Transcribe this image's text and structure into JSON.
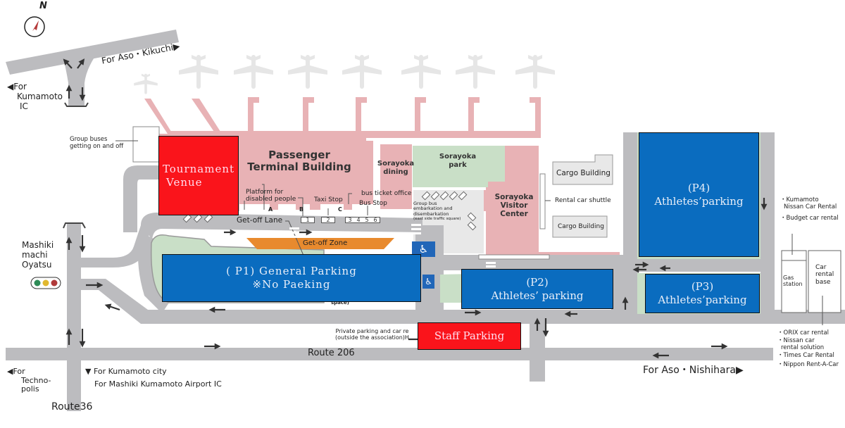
{
  "compass": {
    "north_label": "N"
  },
  "directions": {
    "kumamoto_ic": [
      "◀For",
      "Kumamoto",
      "IC"
    ],
    "aso_kikuchi": "For Aso・Kikuchi▶",
    "technopolis": [
      "◀For",
      "Techno-",
      "polis"
    ],
    "kumamoto_city": "▼ For Kumamoto city",
    "mashiki_airport_ic": "For Mashiki Kumamoto Airport IC",
    "aso_nishihara": "For Aso・Nishihara▶"
  },
  "roads": {
    "route206": "Route 206",
    "route36": "Route36"
  },
  "intersection": {
    "name": [
      "Mashiki",
      "machi",
      "Oyatsu"
    ],
    "traffic_light_colors": [
      "#2e8b57",
      "#e1b82f",
      "#b03a3a"
    ]
  },
  "terminal": {
    "name": [
      "Passenger",
      "Terminal Building"
    ],
    "group_buses": [
      "Group buses",
      "getting on and off"
    ],
    "platform_disabled": [
      "Platform for",
      "disabled people"
    ],
    "taxi_stop": "Taxi Stop",
    "bus_ticket_office": "bus ticket office",
    "bus_stop": "Bus Stop",
    "gate_labels": [
      "A",
      "B",
      "C"
    ],
    "stop_numbers": {
      "taxi1": "1",
      "taxi2": "2",
      "bus": [
        "3",
        "4",
        "5",
        "6"
      ]
    },
    "get_off_lane": "Get-off Lane",
    "get_off_zone": "Get-off Zone"
  },
  "facilities": {
    "sorayoka_dining": [
      "Sorayoka",
      "dining"
    ],
    "sorayoka_park": [
      "Sorayoka",
      "park"
    ],
    "sorayoka_visitor_center": [
      "Sorayoka",
      "Visitor",
      "Center"
    ],
    "cargo_building_1": "Cargo Building",
    "cargo_building_2": "Cargo Building",
    "rental_car_shuttle": "Rental car shuttle",
    "group_bus_area": [
      "Group bus",
      "embarkation and",
      "disembarkation",
      "(east side traffic square)"
    ],
    "gas_station": [
      "Gas",
      "station"
    ],
    "car_rental_base": [
      "Car",
      "rental",
      "base"
    ],
    "private_parking": [
      "Private parking and car re",
      "(outside the association)H"
    ],
    "space_fragment": "space)"
  },
  "rentals_top": [
    "・Kumamoto",
    "Nissan Car Rental",
    "・Budget car rental"
  ],
  "rentals_bottom": [
    "・ORIX car rental",
    "・Nissan car",
    "rental solution",
    "・Times Car Rental",
    "・Nippon Rent-A-Car"
  ],
  "lots": {
    "tournament_venue": [
      "Tournament",
      "Venue"
    ],
    "p1": [
      "( P1)  General Parking",
      "※No Paeking"
    ],
    "p2": [
      "(P2)",
      "Athletes’ parking"
    ],
    "p3": [
      "(P3)",
      "Athletes’parking"
    ],
    "p4": [
      "(P4)",
      "Athletes’parking"
    ],
    "staff": "Staff Parking"
  },
  "colors": {
    "road": "#bcbcbf",
    "terminal": "#e8b2b5",
    "park": "#c9dfc7",
    "lot_blue": "#0a6cbf",
    "lot_red": "#fa141b",
    "get_off_zone": "#e88a2e",
    "airplane": "#e6e6e6"
  }
}
